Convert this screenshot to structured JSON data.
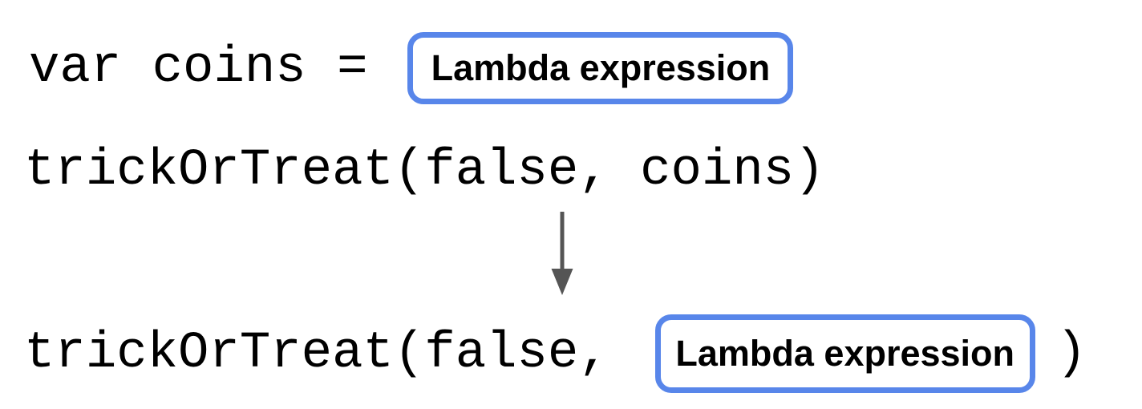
{
  "diagram": {
    "assignment_line": {
      "code": "var coins ="
    },
    "call_line": {
      "code": "trickOrTreat(false, coins)"
    },
    "substituted_line": {
      "code_prefix": "trickOrTreat(false,",
      "code_suffix": ")"
    },
    "lambda_boxes": {
      "top_label": "Lambda expression",
      "bottom_label": "Lambda expression"
    },
    "icons": {
      "down_arrow": "down-arrow-icon"
    },
    "colors": {
      "background": "#FFFFFF",
      "box_border": "#5886EA",
      "box_fill": "#FFFFFF",
      "code_text": "#000000",
      "label_text": "#000000",
      "arrow": "#555555"
    }
  }
}
